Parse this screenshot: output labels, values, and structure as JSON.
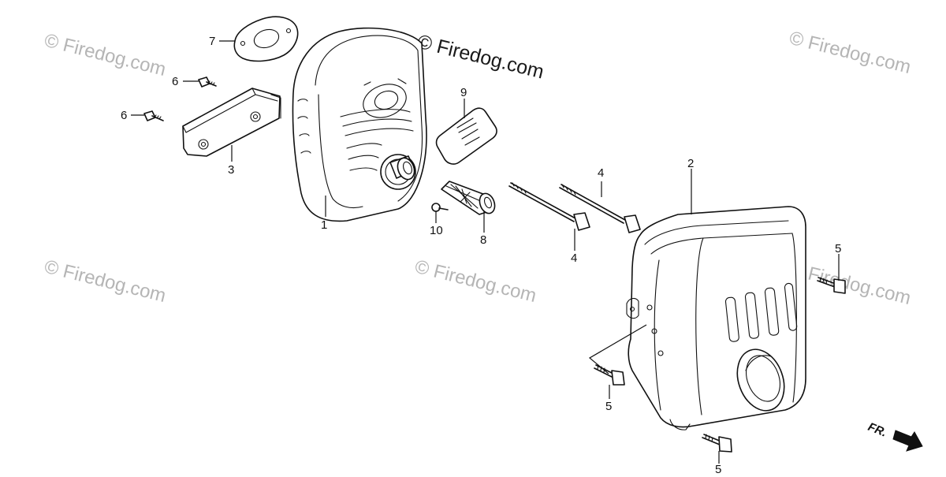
{
  "watermark": {
    "main": "© Firedog.com",
    "faint": "© Firedog.com"
  },
  "direction_marker": {
    "text": "FR."
  },
  "callouts": [
    {
      "id": "1",
      "text": "1"
    },
    {
      "id": "2",
      "text": "2"
    },
    {
      "id": "3",
      "text": "3"
    },
    {
      "id": "4a",
      "text": "4"
    },
    {
      "id": "4b",
      "text": "4"
    },
    {
      "id": "5a",
      "text": "5"
    },
    {
      "id": "5b",
      "text": "5"
    },
    {
      "id": "5c",
      "text": "5"
    },
    {
      "id": "6a",
      "text": "6"
    },
    {
      "id": "6b",
      "text": "6"
    },
    {
      "id": "7",
      "text": "7"
    },
    {
      "id": "8",
      "text": "8"
    },
    {
      "id": "9",
      "text": "9"
    },
    {
      "id": "10",
      "text": "10"
    }
  ]
}
